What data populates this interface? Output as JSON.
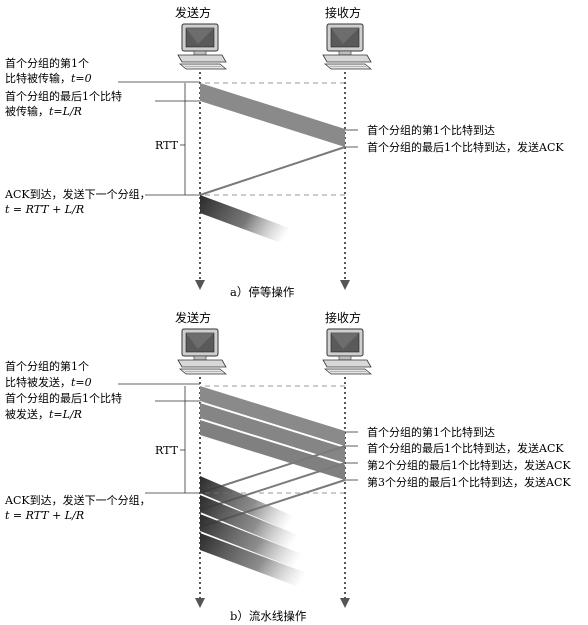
{
  "panel_a": {
    "sender": "发送方",
    "receiver": "接收方",
    "left_labels": {
      "first_bit_sent_1": "首个分组的第1个",
      "first_bit_sent_2": "比特被传输，",
      "first_bit_sent_t": "t=0",
      "last_bit_sent_1": "首个分组的最后1个比特",
      "last_bit_sent_2": "被传输，",
      "last_bit_sent_t": "t=L/R",
      "rtt": "RTT",
      "ack_arrive_1": "ACK到达，发送下一个分组，",
      "ack_arrive_t": "t = RTT + L/R"
    },
    "right_labels": [
      "首个分组的第1个比特到达",
      "首个分组的最后1个比特到达，发送ACK"
    ],
    "caption": "a）停等操作"
  },
  "panel_b": {
    "sender": "发送方",
    "receiver": "接收方",
    "left_labels": {
      "first_bit_sent_1": "首个分组的第1个",
      "first_bit_sent_2": "比特被发送，",
      "first_bit_sent_t": "t=0",
      "last_bit_sent_1": "首个分组的最后1个比特",
      "last_bit_sent_2": "被发送，",
      "last_bit_sent_t": "t=L/R",
      "rtt": "RTT",
      "ack_arrive_1": "ACK到达，发送下一个分组，",
      "ack_arrive_t": "t = RTT + L/R"
    },
    "right_labels": [
      "首个分组的第1个比特到达",
      "首个分组的最后1个比特到达，发送ACK",
      "第2个分组的最后1个比特到达，发送ACK",
      "第3个分组的最后1个比特到达，发送ACK"
    ],
    "caption": "b）流水线操作"
  },
  "colors": {
    "band": "#8a8a8a",
    "band_dark": "#5a5a5a",
    "ack_line": "#7a7a7a",
    "timeline": "#555555",
    "dashed": "#777777"
  }
}
